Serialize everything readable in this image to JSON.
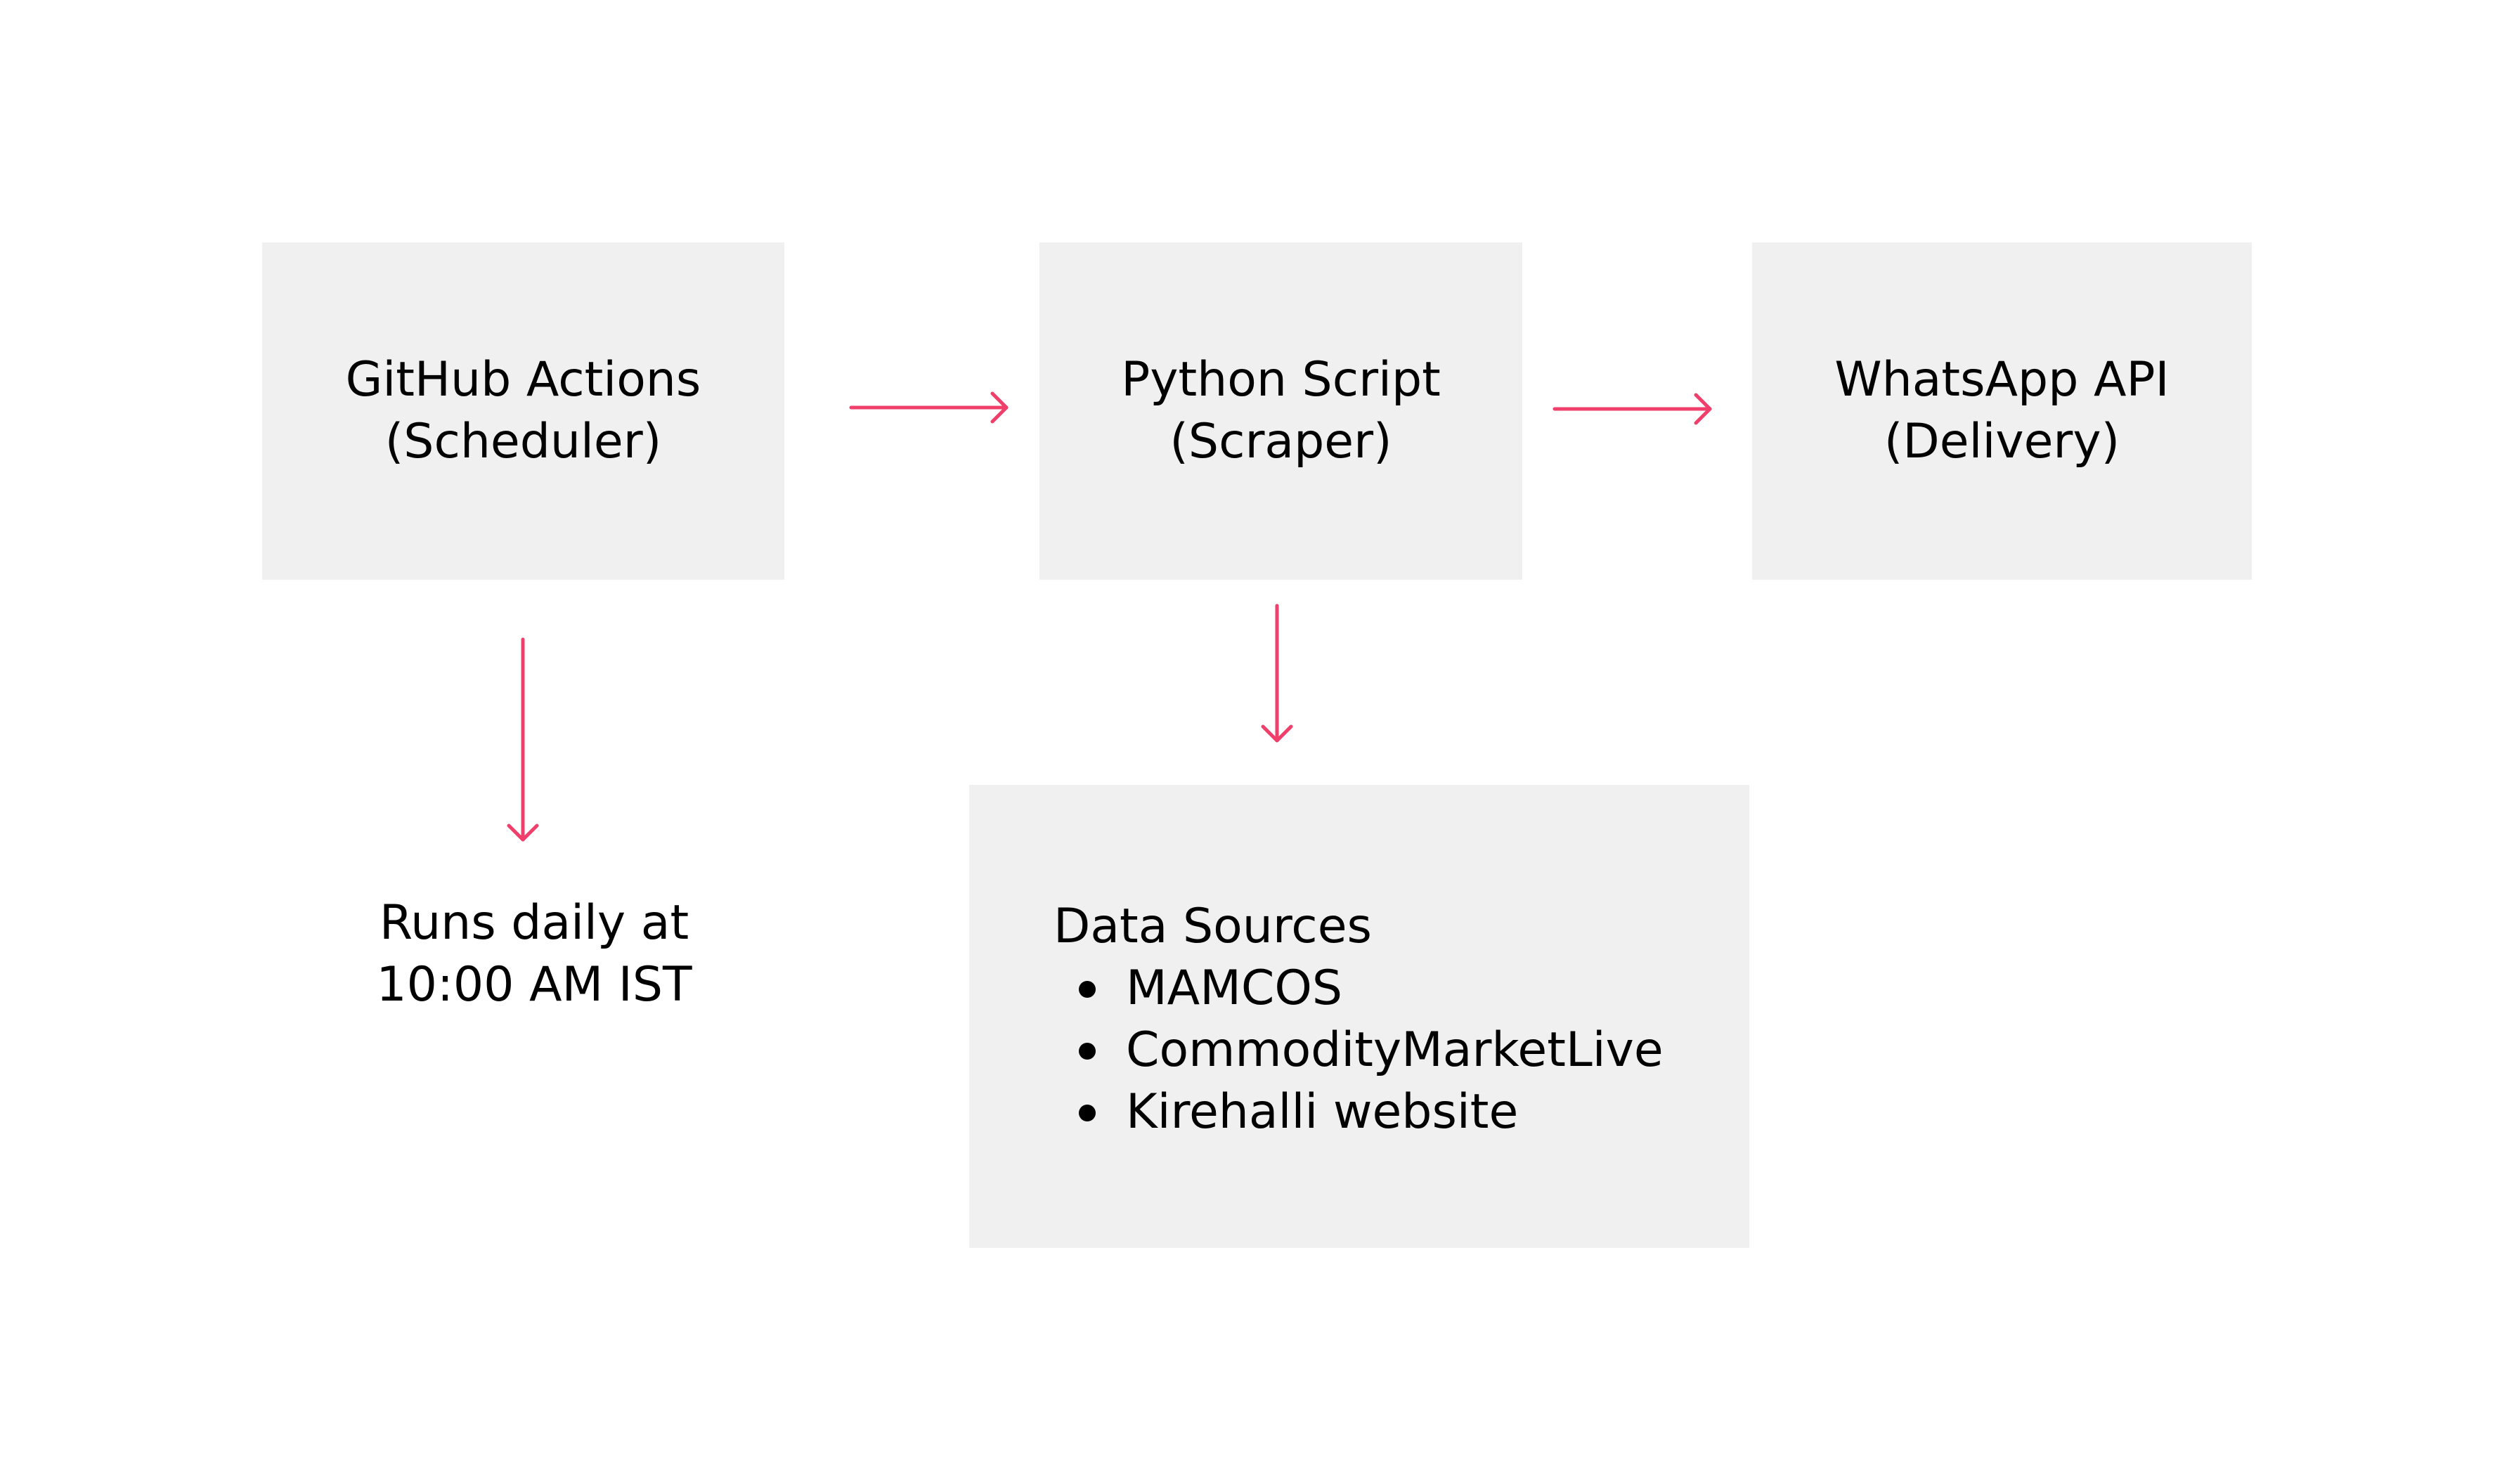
{
  "nodes": {
    "github": {
      "line1": "GitHub Actions",
      "line2": "(Scheduler)"
    },
    "python": {
      "line1": "Python Script",
      "line2": "(Scraper)"
    },
    "whatsapp": {
      "line1": "WhatsApp API",
      "line2": "(Delivery)"
    },
    "sources": {
      "title": "Data Sources",
      "items": [
        "MAMCOS",
        "CommodityMarketLive",
        "Kirehalli website"
      ]
    }
  },
  "schedule_note": {
    "line1": "Runs daily at",
    "line2": "10:00 AM IST"
  },
  "colors": {
    "arrow": "#ef3f6a",
    "box_fill": "#f0f0f0",
    "text": "#000000",
    "background": "#ffffff"
  }
}
